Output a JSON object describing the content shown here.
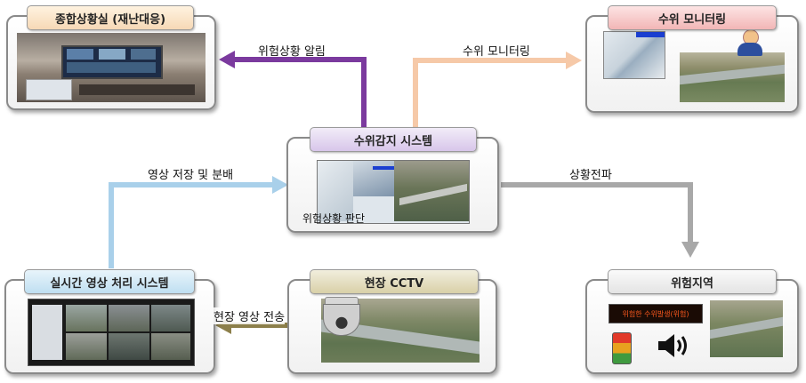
{
  "nodes": {
    "control_room": "종합상황실 (재난대응)",
    "water_monitor": "수위 모니터링",
    "water_system": "수위감지 시스템",
    "realtime": "실시간 영상 처리 시스템",
    "cctv": "현장 CCTV",
    "danger_area": "위험지역"
  },
  "flows": {
    "danger_alert": "위험상황 알림",
    "water_monitoring": "수위 모니터링",
    "video_store": "영상 저장 및 분배",
    "propagation": "상황전파",
    "send_video": "현장 영상 전송"
  },
  "system": {
    "judgement": "위험상황 판단"
  },
  "sign_text": "위험한 수위발생(위험)",
  "colors": {
    "alert_arrow": "#7b3a9e",
    "monitor_arrow": "#f6c9a8",
    "store_arrow": "#a9d0ea",
    "propagate_arrow": "#a8a8a8",
    "send_arrow": "#8c7f4a"
  }
}
